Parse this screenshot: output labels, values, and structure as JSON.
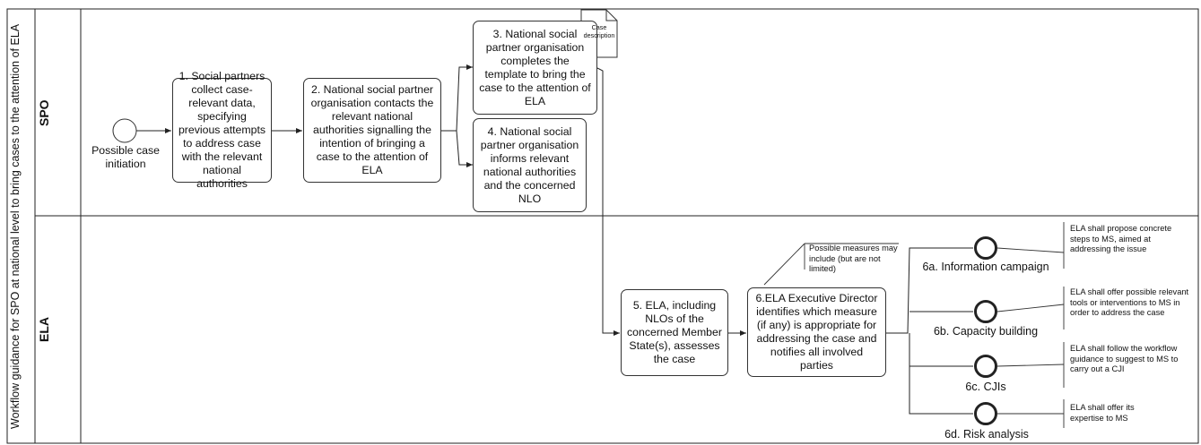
{
  "pool": {
    "title": "Workflow guidance for SPO at national level to bring cases to the attention of ELA"
  },
  "lanes": [
    {
      "name": "SPO"
    },
    {
      "name": "ELA"
    }
  ],
  "start_event": {
    "label": "Possible case initiation"
  },
  "tasks": [
    {
      "id": "t1",
      "text": "1. Social partners collect case-relevant data, specifying previous attempts to address case with the relevant national authorities"
    },
    {
      "id": "t2",
      "text": "2. National social partner organisation contacts the relevant national authorities signalling the intention of bringing a case to the attention of ELA"
    },
    {
      "id": "t3",
      "text": "3. National social partner organisation completes the template to bring the case to the attention of ELA"
    },
    {
      "id": "t4",
      "text": "4. National social partner organisation informs relevant national authorities and the concerned NLO"
    },
    {
      "id": "t5",
      "text": "5. ELA, including NLOs of the concerned Member State(s), assesses the case"
    },
    {
      "id": "t6",
      "text": "6.ELA Executive Director identifies which measure (if any) is appropriate for addressing the case and notifies all involved parties"
    }
  ],
  "data_object": {
    "label": "Case description"
  },
  "measures_annotation": "Possible measures may include (but are not limited)",
  "end_events": [
    {
      "id": "6a",
      "label": "6a. Information campaign",
      "note": "ELA shall propose concrete steps to MS, aimed at addressing the issue"
    },
    {
      "id": "6b",
      "label": "6b. Capacity building",
      "note": "ELA shall offer possible relevant tools or interventions to MS in order to address the case"
    },
    {
      "id": "6c",
      "label": "6c. CJIs",
      "note": "ELA shall follow the workflow guidance to suggest to MS to carry out a CJI"
    },
    {
      "id": "6d",
      "label": "6d. Risk analysis",
      "note": "ELA shall offer its expertise to MS"
    }
  ]
}
